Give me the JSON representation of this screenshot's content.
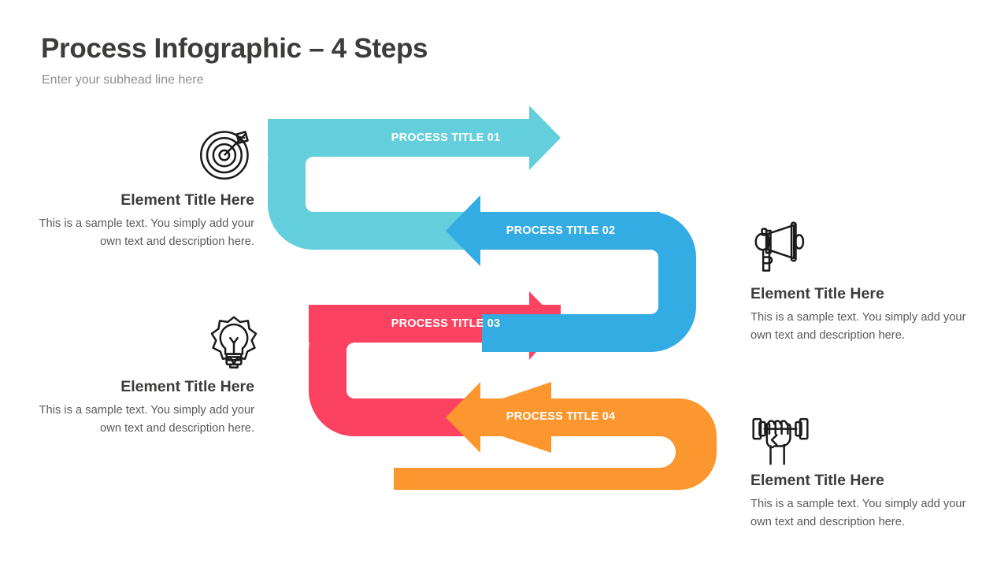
{
  "header": {
    "title": "Process Infographic – 4 Steps",
    "subtitle": "Enter your subhead line here"
  },
  "colors": {
    "step1": "#63CEDC",
    "step2": "#33ACE3",
    "step3": "#FB4260",
    "step4": "#FC962E",
    "title_text": "#3c3c3b",
    "subtitle_text": "#8f8f8f",
    "body_text": "#5a5a5a",
    "label_text": "#ffffff",
    "icon_stroke": "#1a1a1a",
    "background": "#ffffff"
  },
  "steps": [
    {
      "label": "PROCESS TITLE 01",
      "color": "#63CEDC",
      "direction": "right",
      "icon": "target-arrow-icon",
      "element_title": "Element Title Here",
      "element_desc": "This is a sample text. You simply add your own text and description here.",
      "text_side": "left"
    },
    {
      "label": "PROCESS TITLE 02",
      "color": "#33ACE3",
      "direction": "left",
      "icon": "megaphone-icon",
      "element_title": "Element Title Here",
      "element_desc": "This is a sample text. You simply add your own text and description here.",
      "text_side": "right"
    },
    {
      "label": "PROCESS TITLE 03",
      "color": "#FB4260",
      "direction": "right",
      "icon": "lightbulb-icon",
      "element_title": "Element Title Here",
      "element_desc": "This is a sample text. You simply add your own text and description here.",
      "text_side": "left"
    },
    {
      "label": "PROCESS TITLE 04",
      "color": "#FC962E",
      "direction": "left",
      "icon": "dumbbell-fist-icon",
      "element_title": "Element Title Here",
      "element_desc": "This is a sample text. You simply add your own text and description here.",
      "text_side": "right"
    }
  ]
}
